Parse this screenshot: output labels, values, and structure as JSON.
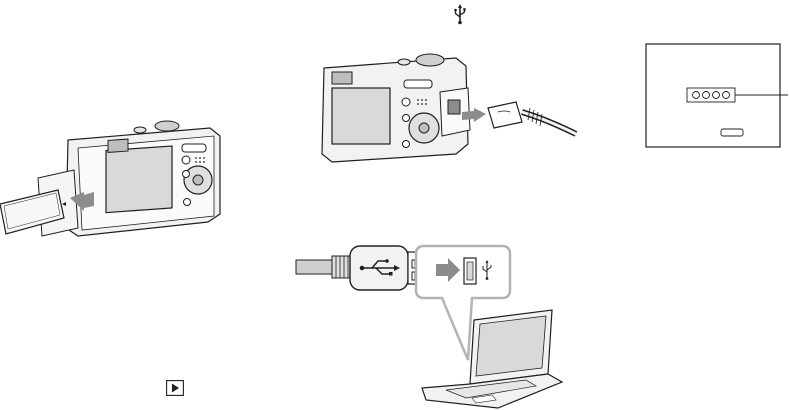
{
  "figures": {
    "camera_card": {
      "icon": "camera-with-memory-card"
    },
    "camera_usb": {
      "icon": "camera-with-usb-cable"
    },
    "lcd_screen": {
      "icon": "camera-lcd-screen"
    },
    "computer_connection": {
      "icon": "usb-plug-to-laptop"
    },
    "usb_symbol": {
      "icon": "usb-symbol",
      "glyph": "⚲"
    },
    "playback_button": {
      "icon": "playback-button",
      "glyph": "▶"
    }
  },
  "colors": {
    "ink": "#231f20",
    "gray": "#8c8c8c",
    "light": "#d9d9d9"
  }
}
